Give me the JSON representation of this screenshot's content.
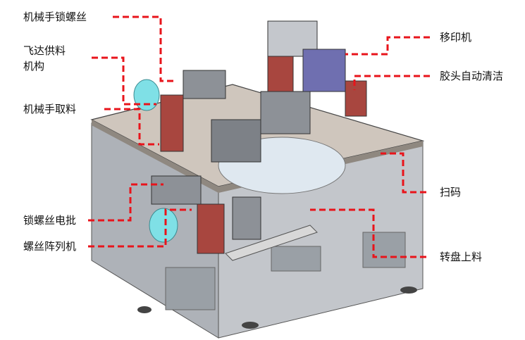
{
  "labels": {
    "robot_screw_locking": "机械手锁螺丝",
    "feeder_line1": "飞达供料",
    "feeder_line2": "机构",
    "robot_pick": "机械手取料",
    "screw_driver": "锁螺丝电批",
    "screw_array": "螺丝阵列机",
    "pad_printer": "移印机",
    "head_cleaning": "胶头自动清洁",
    "scan_code": "扫码",
    "turntable_loading": "转盘上料"
  },
  "colors": {
    "leader": "#e8141b",
    "table_top": "#cfc6bd",
    "cabinet": "#b9bcc2",
    "robot_body": "#a8463f"
  }
}
